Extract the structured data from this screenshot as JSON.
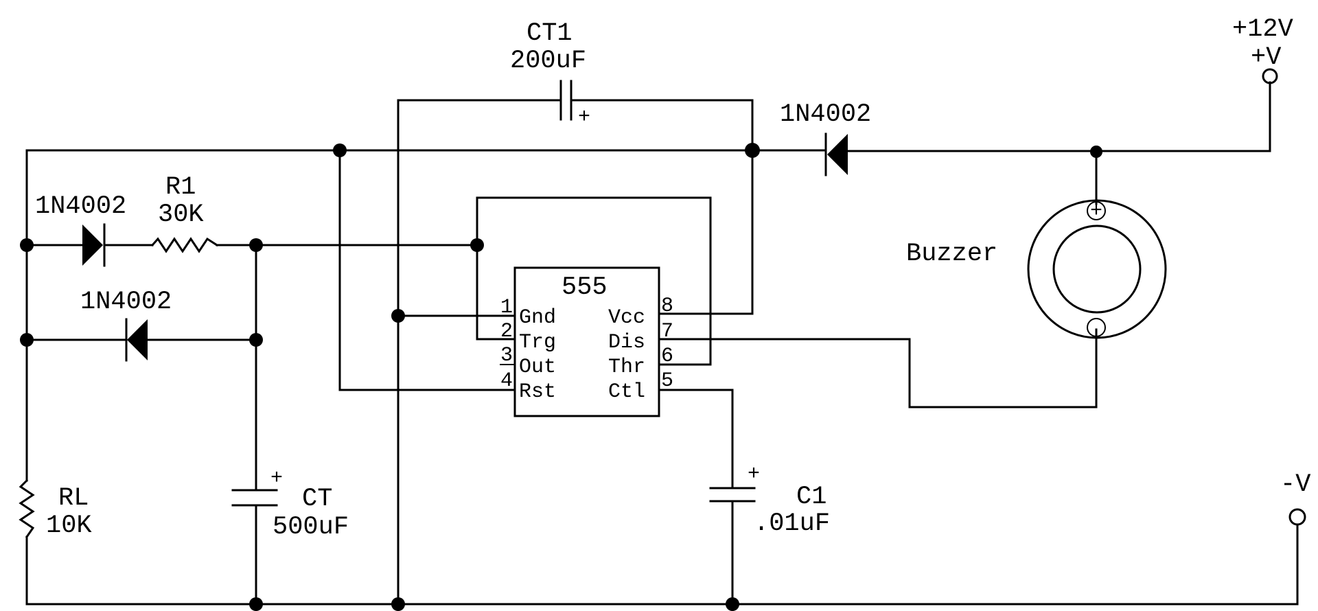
{
  "supply": {
    "voltage": "+12V",
    "pos_label": "+V",
    "neg_label": "-V"
  },
  "ic": {
    "name": "555",
    "pins_left": [
      {
        "num": "1",
        "name": "Gnd"
      },
      {
        "num": "2",
        "name": "Trg"
      },
      {
        "num": "3",
        "name": "Out"
      },
      {
        "num": "4",
        "name": "Rst"
      }
    ],
    "pins_right": [
      {
        "num": "8",
        "name": "Vcc"
      },
      {
        "num": "7",
        "name": "Dis"
      },
      {
        "num": "6",
        "name": "Thr"
      },
      {
        "num": "5",
        "name": "Ctl"
      }
    ]
  },
  "components": {
    "ct1": {
      "ref": "CT1",
      "value": "200uF",
      "polarity": "+"
    },
    "d_supply": {
      "ref": "1N4002"
    },
    "d1": {
      "ref": "1N4002"
    },
    "d2": {
      "ref": "1N4002"
    },
    "r1": {
      "ref": "R1",
      "value": "30K"
    },
    "rl": {
      "ref": "RL",
      "value": "10K"
    },
    "ct": {
      "ref": "CT",
      "value": "500uF",
      "polarity": "+"
    },
    "c1": {
      "ref": "C1",
      "value": ".01uF",
      "polarity": "+"
    },
    "buzzer": {
      "ref": "Buzzer",
      "pos_mark": "+"
    }
  }
}
